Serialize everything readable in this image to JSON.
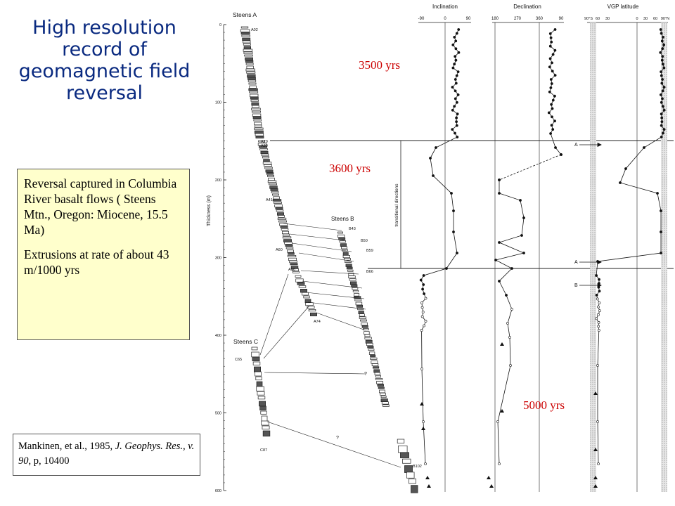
{
  "title": [
    "High resolution",
    "record of",
    "geomagnetic field",
    "reversal"
  ],
  "info": {
    "paragraph1": "Reversal captured in Columbia River basalt flows ( Steens Mtn., Oregon: Miocene, 15.5 Ma)",
    "paragraph2": "Extrusions at rate of about 43 m/1000 yrs"
  },
  "citation": {
    "authors": "Mankinen, et al., 1985, ",
    "journal": "J. Geophys. Res., v. 90",
    "pages": ", p, 10400"
  },
  "annotations": {
    "a3500": "3500 yrs",
    "a3600": "3600 yrs",
    "a5000": "5000 yrs"
  },
  "figure": {
    "yaxis_label": "Thickness (m)",
    "yticks": [
      "0",
      "100",
      "200",
      "300",
      "400",
      "500",
      "600"
    ],
    "sections": [
      "Steens A",
      "Steens B",
      "Steens C"
    ],
    "flow_labels": [
      "A02",
      "A29",
      "A30",
      "A41",
      "A60",
      "A66",
      "A74",
      "B43",
      "B50",
      "B59",
      "B66",
      "B102",
      "C65",
      "C87",
      "?",
      "?"
    ],
    "transitional_label": "transitional directions",
    "markers": [
      "A",
      "A",
      "B"
    ],
    "panels": [
      {
        "title": "Inclination",
        "ticks": [
          "-90",
          "0",
          "90"
        ]
      },
      {
        "title": "Declination",
        "ticks": [
          "180",
          "270",
          "360",
          "90"
        ]
      },
      {
        "title": "VGP latitude",
        "ticks": [
          "90°S",
          "60",
          "30",
          "0",
          "30",
          "60",
          "90°N"
        ]
      }
    ]
  }
}
